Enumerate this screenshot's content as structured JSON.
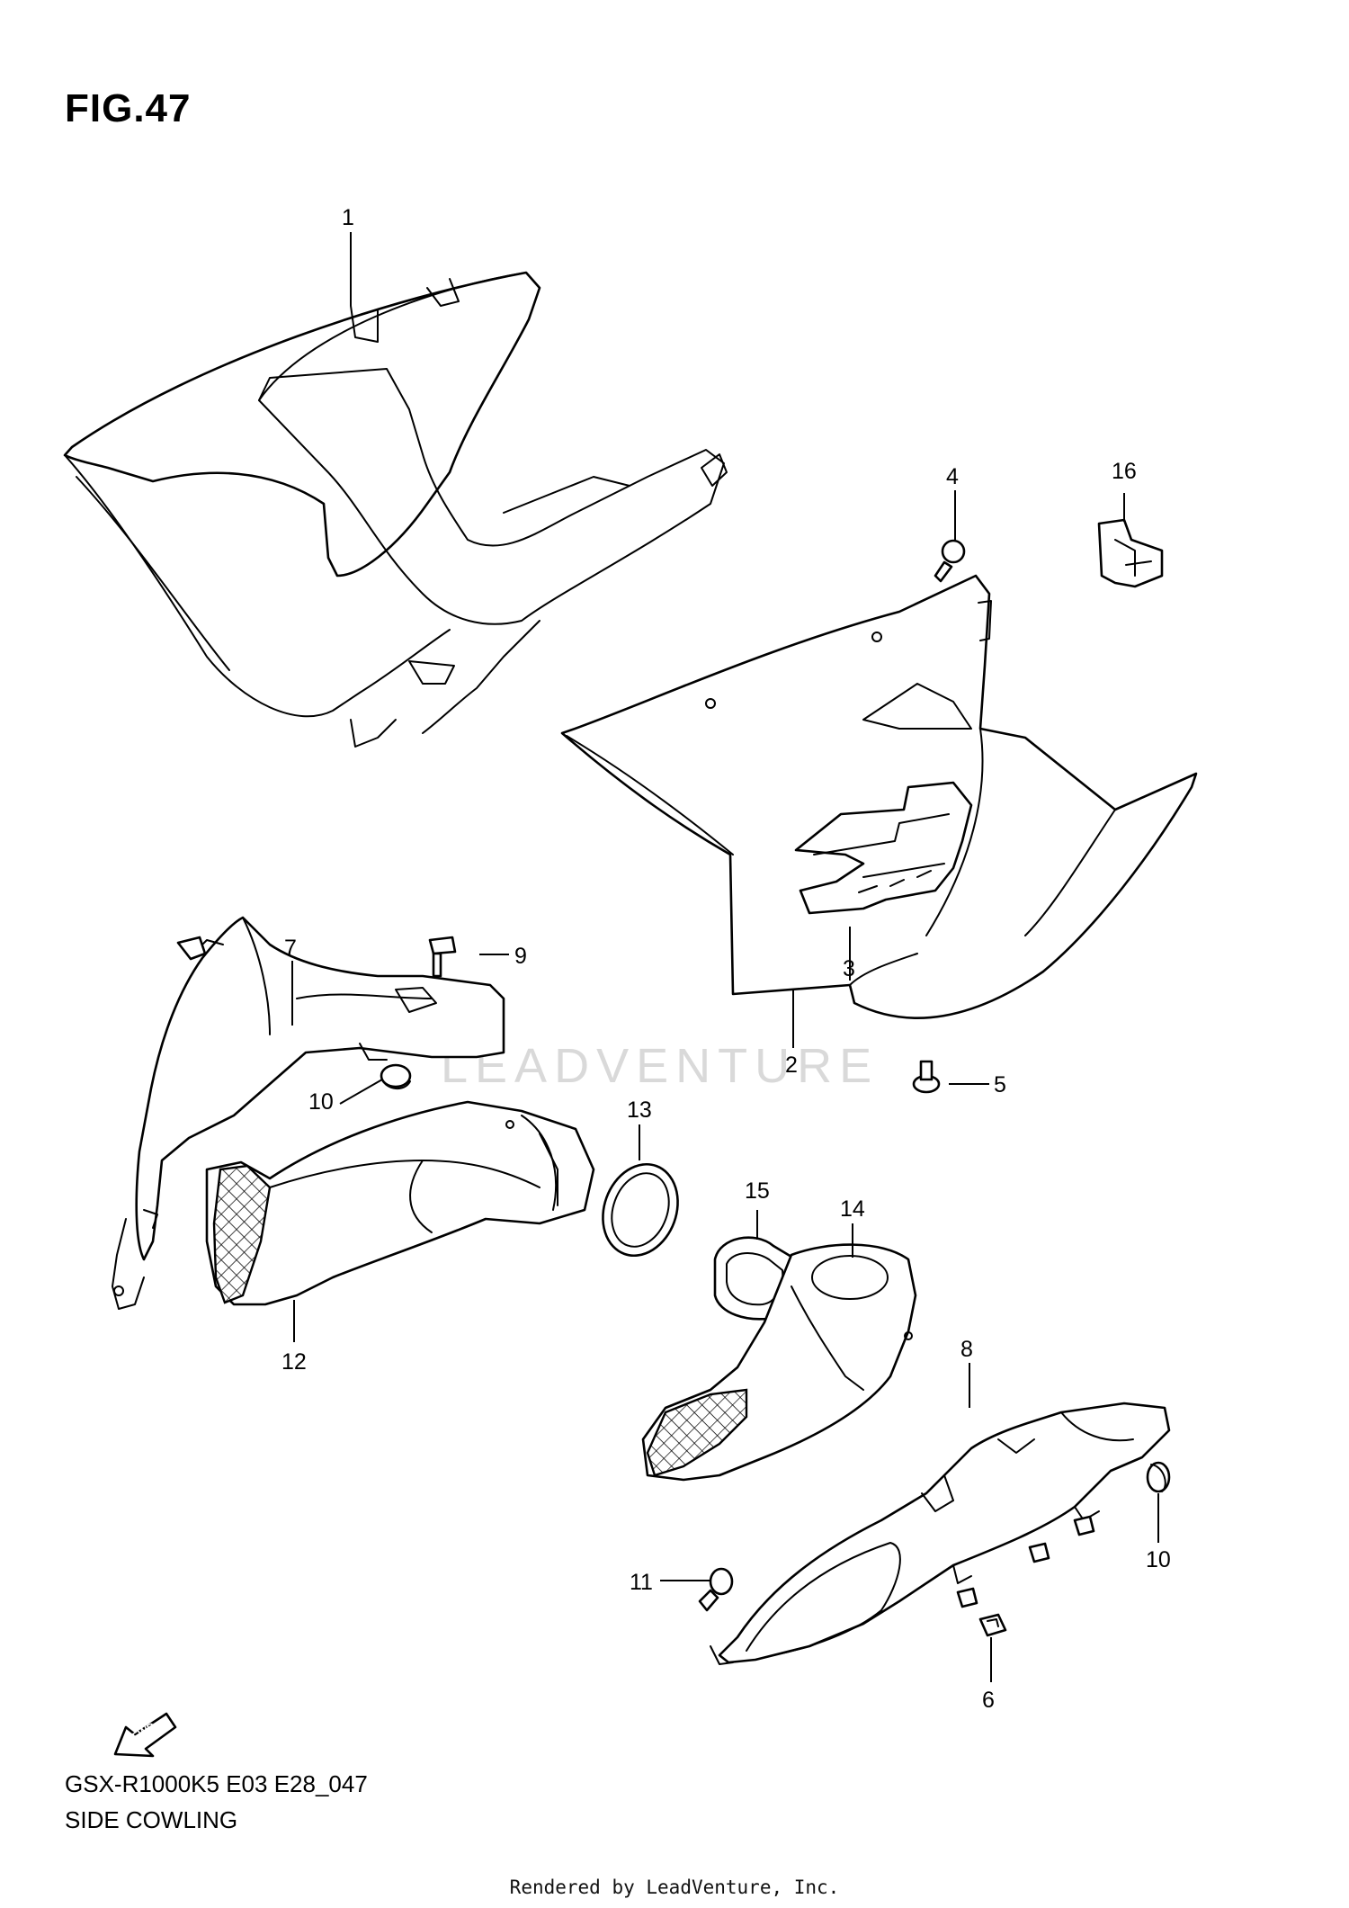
{
  "figure": {
    "title": "FIG.47",
    "model_code": "GSX-R1000K5 E03 E28_047",
    "section_name": "SIDE COWLING",
    "rendered_by": "Rendered by LeadVenture, Inc.",
    "watermark": "LEADVENTURE",
    "fwd_label": "FWD"
  },
  "callouts": {
    "c1": "1",
    "c2": "2",
    "c3": "3",
    "c4": "4",
    "c5": "5",
    "c6": "6",
    "c7": "7",
    "c8": "8",
    "c9": "9",
    "c10a": "10",
    "c10b": "10",
    "c11": "11",
    "c12": "12",
    "c13": "13",
    "c14": "14",
    "c15": "15",
    "c16": "16"
  }
}
